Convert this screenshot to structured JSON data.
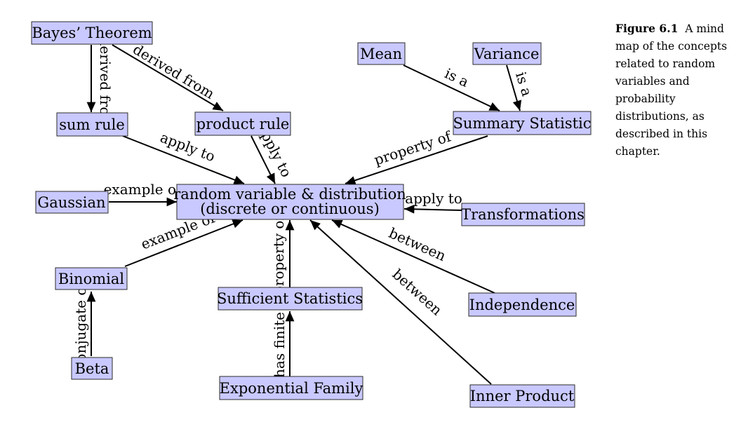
{
  "colors": {
    "node_fill": "#c9c9ff",
    "node_border": "#2b2b2b",
    "edge": "#000000"
  },
  "nodes": {
    "bayes": "Bayes’ Theorem",
    "mean": "Mean",
    "variance": "Variance",
    "sum_rule": "sum rule",
    "product_rule": "product rule",
    "summary_statistic": "Summary Statistic",
    "gaussian": "Gaussian",
    "random_variable_line1": "random variable & distribution",
    "random_variable_line2": "(discrete or continuous)",
    "transformations": "Transformations",
    "binomial": "Binomial",
    "sufficient_statistics": "Sufficient Statistics",
    "independence": "Independence",
    "beta": "Beta",
    "exponential_family": "Exponential Family",
    "inner_product": "Inner Product"
  },
  "edges": {
    "bayes_to_sum": "derived from",
    "bayes_to_product": "derived from",
    "mean_to_summary": "is a",
    "variance_to_summary": "is a",
    "sum_to_rv": "apply to",
    "product_to_rv": "apply to",
    "summary_to_rv": "property of",
    "gaussian_to_rv": "example of",
    "transformations_to_rv": "apply to",
    "binomial_to_rv": "example of",
    "sufficient_to_rv": "property of",
    "independence_to_rv": "between",
    "inner_product_to_rv": "between",
    "beta_to_binomial": "conjugate of",
    "exponential_to_sufficient": "has finite"
  },
  "caption": {
    "label": "Figure 6.1",
    "text": "A mind map of the concepts related to random variables and probability distributions, as described in this chapter."
  }
}
